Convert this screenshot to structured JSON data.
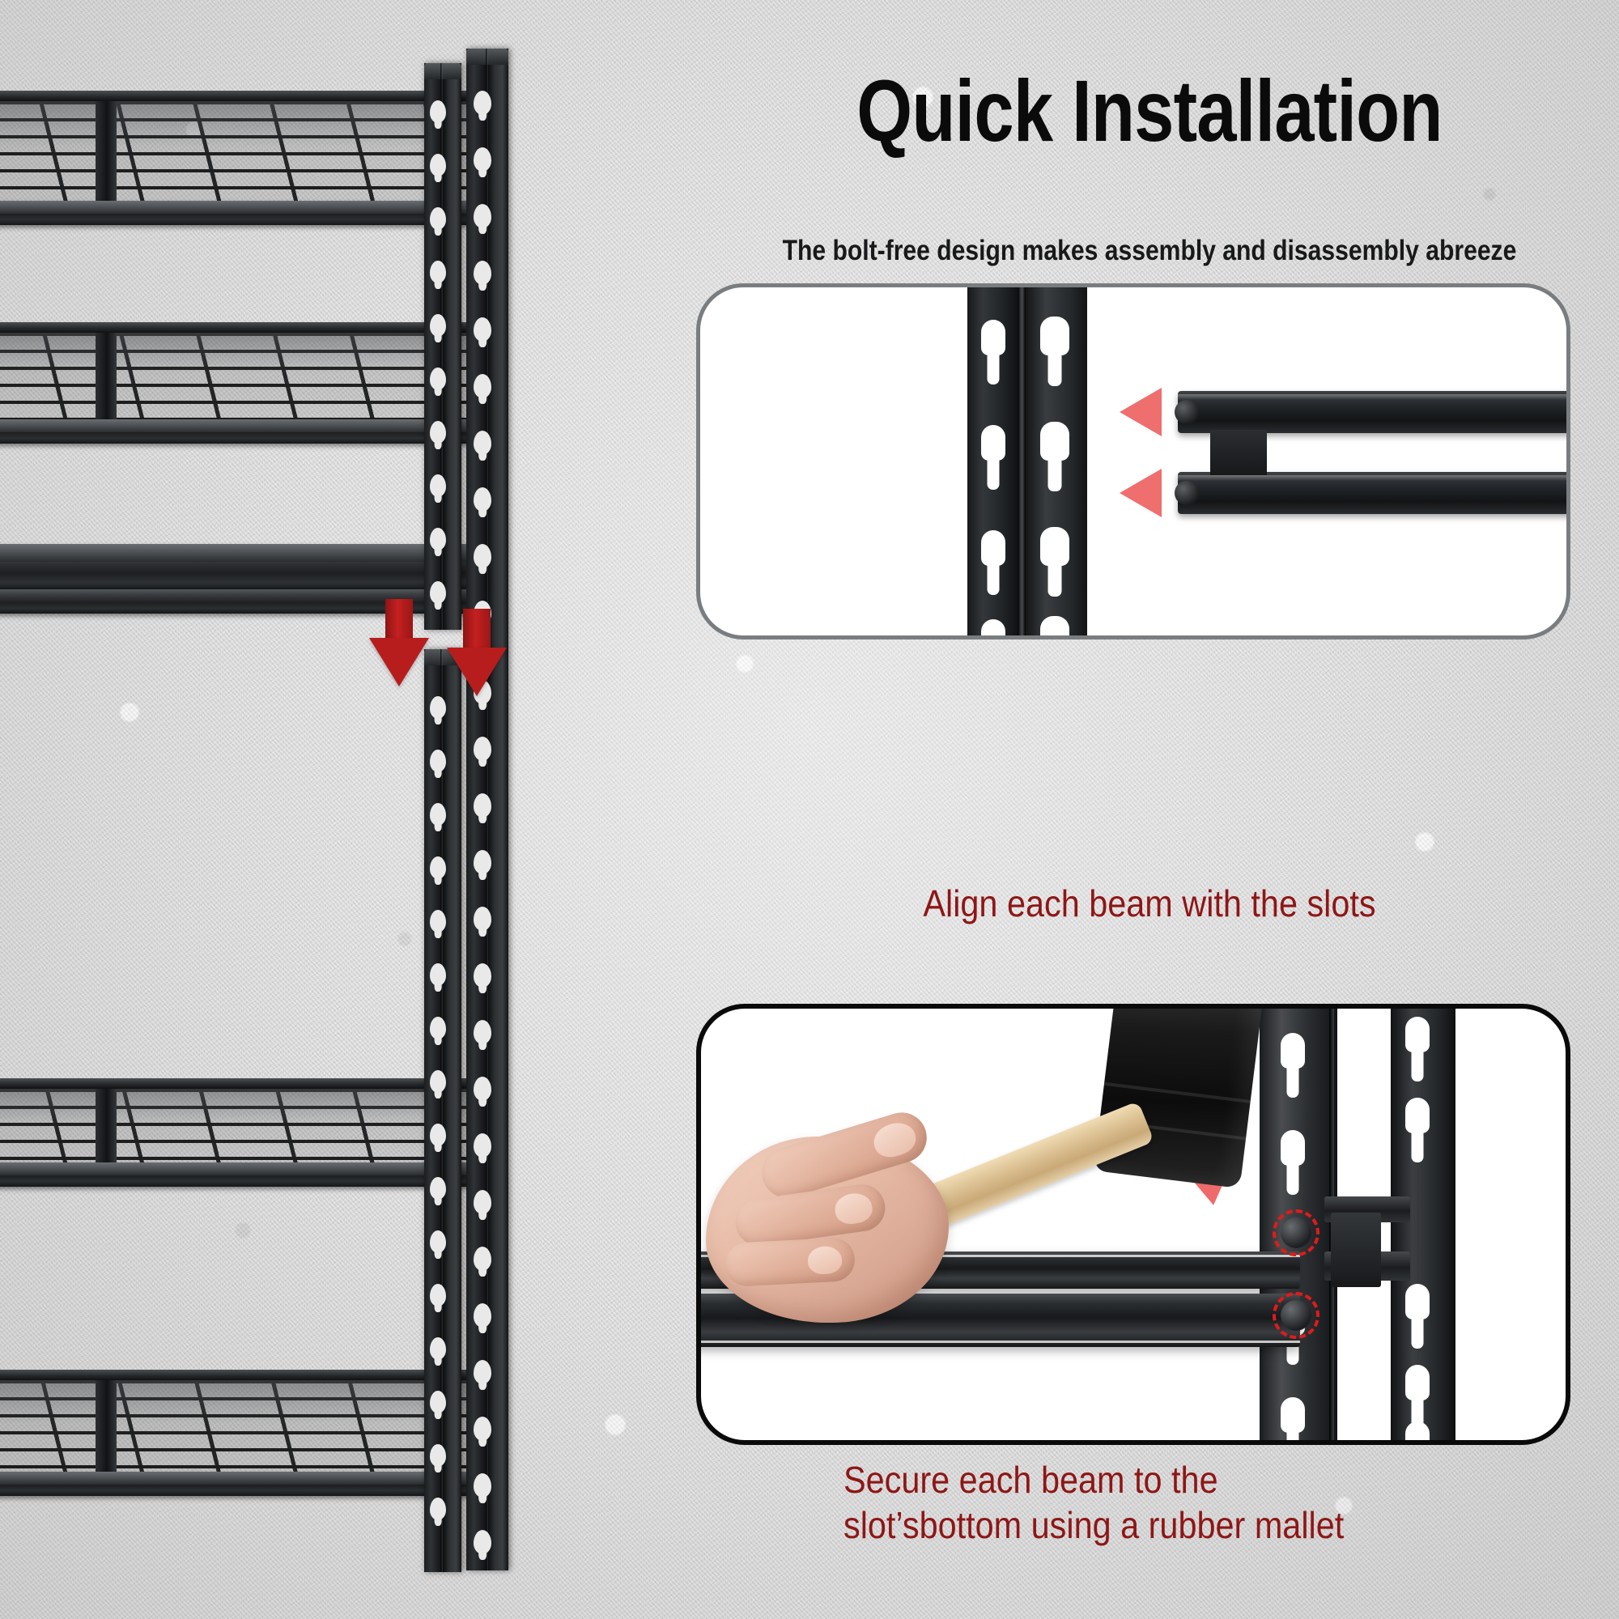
{
  "header": {
    "title": "Quick Installation",
    "subtitle": "The bolt-free design makes assembly and disassembly abreeze"
  },
  "panels": [
    {
      "id": "align",
      "caption": "Align each beam with the slots",
      "border_color": "#7a7d80",
      "arrow_color": "#ef6e6e",
      "description": "Upright post with keyhole slots and two beam ends aligned by red arrows"
    },
    {
      "id": "secure",
      "caption_line1": "Secure each beam to the",
      "caption_line2": "slot’sbottom using a rubber mallet",
      "border_color": "#0a0a0a",
      "arrow_color": "#ef6b6b",
      "highlight_color": "#e01b1b",
      "description": "Hand holding a rubber mallet striking a beam into the slot bottoms, rivets circled in red"
    }
  ],
  "product_photo": {
    "description": "Black 5-tier heavy duty metal shelving unit with wire mesh decks",
    "shelf_count": 5,
    "arrow_color": "#b81d1d",
    "frame_color": "#1b1d1f"
  },
  "colors": {
    "background": "#d6d6d6",
    "title": "#0b0b0b",
    "subtitle": "#17191a",
    "caption": "#8e1616",
    "panel_fill": "#ffffff"
  }
}
